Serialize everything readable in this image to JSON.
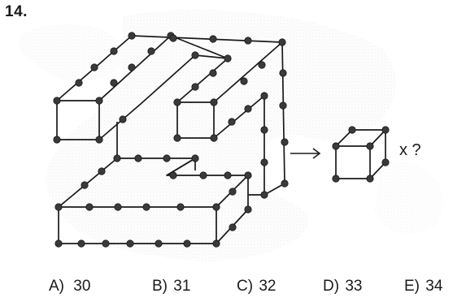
{
  "question": {
    "number": "14.",
    "multiplier": "x ?"
  },
  "options": [
    {
      "letter": "A)",
      "value": "30"
    },
    {
      "letter": "B)",
      "value": "31"
    },
    {
      "letter": "C)",
      "value": "32"
    },
    {
      "letter": "D)",
      "value": "33"
    },
    {
      "letter": "E)",
      "value": "34"
    }
  ],
  "colors": {
    "line": "#1a1a1a",
    "bead": "#3a3a3a",
    "texture": "#d9d9d9"
  }
}
